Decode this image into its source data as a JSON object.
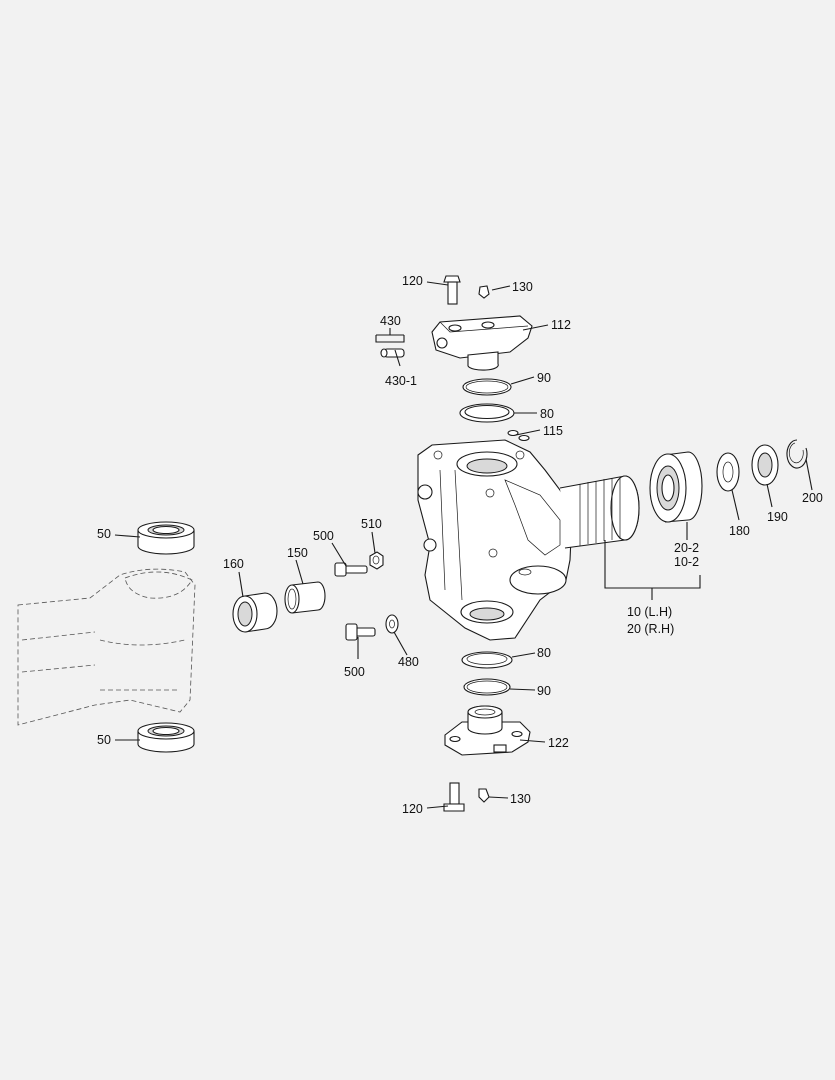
{
  "labels": {
    "p120_top": "120",
    "p130_top": "130",
    "p112": "112",
    "p430": "430",
    "p430_1": "430-1",
    "p90_top": "90",
    "p80_top": "80",
    "p115": "115",
    "p50_top": "50",
    "p50_bottom": "50",
    "p160": "160",
    "p150": "150",
    "p500_top": "500",
    "p510": "510",
    "p500_bottom": "500",
    "p480": "480",
    "p20_2": "20-2",
    "p10_2": "10-2",
    "p10_lh": "10 (L.H)",
    "p20_rh": "20 (R.H)",
    "p180": "180",
    "p190": "190",
    "p200": "200",
    "p80_bottom": "80",
    "p90_bottom": "90",
    "p122": "122",
    "p120_bottom": "120",
    "p130_bottom": "130"
  }
}
